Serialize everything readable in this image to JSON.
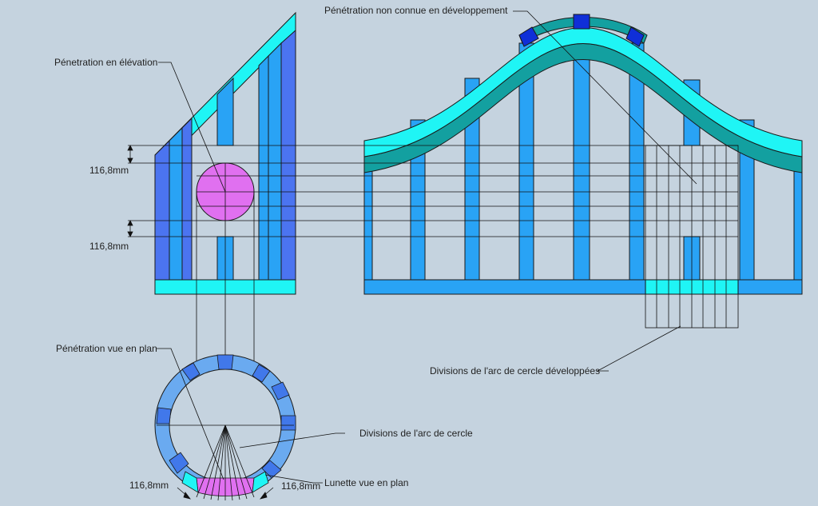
{
  "labels": {
    "penetration_elevation": "Pénetration en élévation",
    "penetration_unknown": "Pénétration non connue en développement",
    "penetration_plan": "Pénétration vue en plan",
    "divisions_developed": "Divisions de l'arc de cercle développées",
    "divisions_arc": "Divisions de l'arc de cercle",
    "lunette_plan": "Lunette vue en plan"
  },
  "dimensions": {
    "top_gap": "116,8mm",
    "bottom_gap": "116,8mm",
    "plan_left": "116,8mm",
    "plan_right": "116,8mm"
  },
  "colors": {
    "background": "#c5d3df",
    "stud": "#29a3f5",
    "stud_dark": "#4b74f0",
    "plate": "#1ff5f5",
    "teal": "#13a0a0",
    "navy": "#0f2fd8",
    "penetration": "#e070f0",
    "ring_light": "#6aaaf0",
    "ring_dark": "#4178ea"
  }
}
